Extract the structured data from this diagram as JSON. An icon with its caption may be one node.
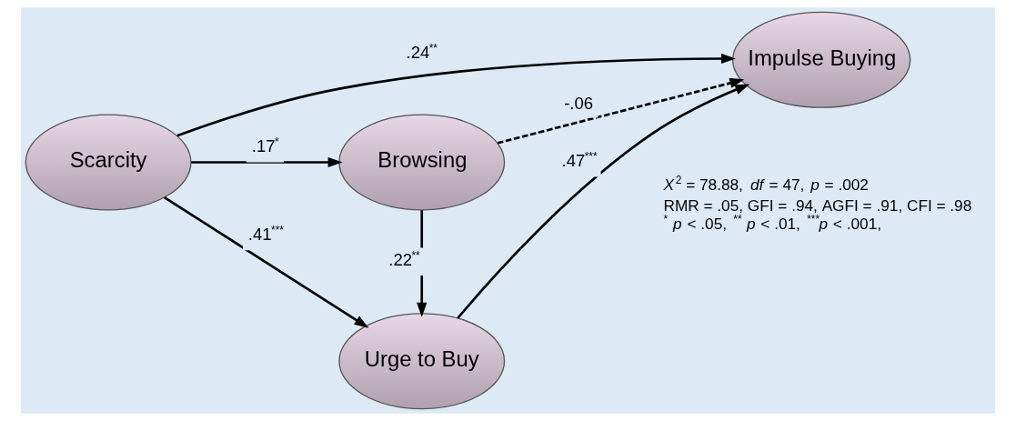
{
  "diagram": {
    "nodes": [
      {
        "text": [
          "Scarcity"
        ]
      },
      {
        "text": [
          "Urge to Buy"
        ]
      },
      {
        "text": [
          "Impulse Buying"
        ]
      },
      {
        "text": [
          "Browsing"
        ]
      }
    ],
    "edges": [
      {
        "from": 0,
        "to": 2,
        "arrow": "to",
        "label": ".24$^{**}$"
      },
      {
        "from": 0,
        "to": 1,
        "arrow": "to",
        "label": ".41$^{***}$"
      },
      {
        "from": 1,
        "to": 2,
        "arrow": "to",
        "label": ".47$^{***}$"
      },
      {
        "from": 0,
        "to": 3,
        "arrow": "to",
        "label": ".17$^{*}$"
      },
      {
        "from": 3,
        "to": 1,
        "arrow": "to",
        "label": ".22$^{**}$"
      },
      {
        "from": 3,
        "to": 2,
        "arrow": "to",
        "label": "-.06",
        "style": "dashed"
      }
    ],
    "labels": [
      "*X*$^{2}$ = 78.88, *df* = 47, *p* = .002",
      "RMR = .05, GFI = .94, AGFI = .91, CFI = .98",
      "$^{*}$ *p* < .05, $^{**}$ *p* < .01, $^{***}$*p* < .001,"
    ]
  }
}
